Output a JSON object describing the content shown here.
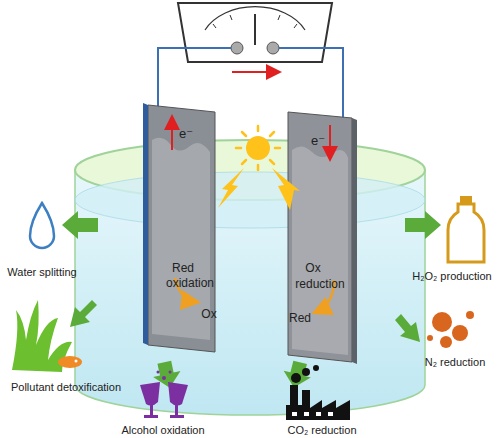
{
  "diagram": {
    "labels": [
      "e⁻",
      "e⁻",
      "Red",
      "oxidation",
      "Ox",
      "Ox",
      "reduction",
      "Red",
      "Water splitting",
      "H₂O₂ production",
      "N₂ reduction",
      "CO₂ reduction",
      "Alcohol oxidation",
      "Pollutant detoxification"
    ]
  }
}
